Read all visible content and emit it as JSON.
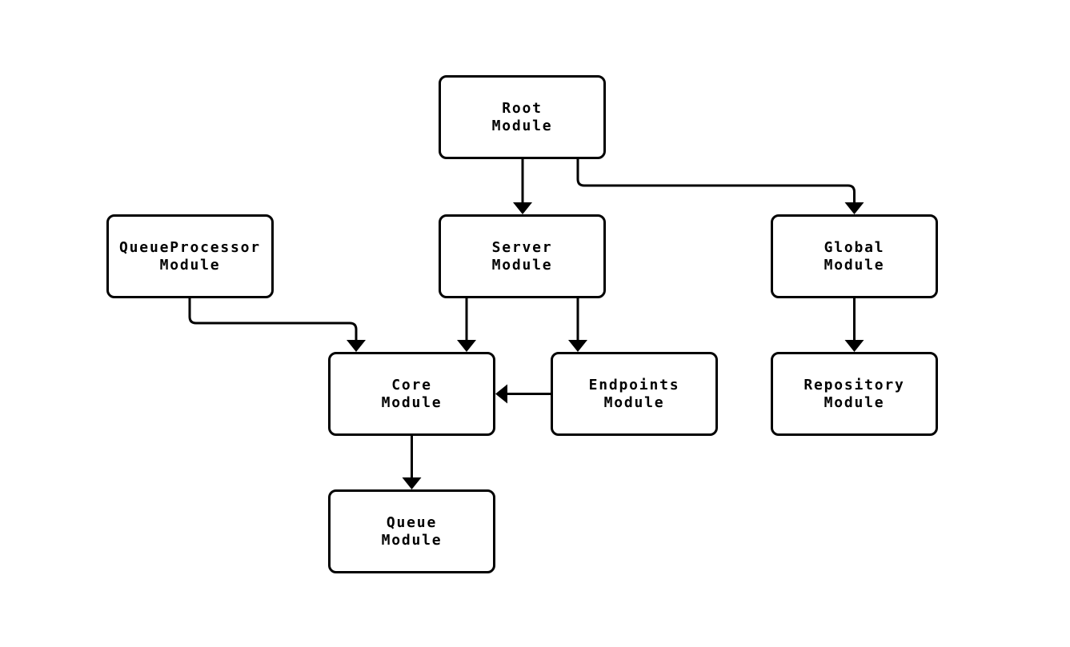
{
  "diagram": {
    "type": "flowchart",
    "background_color": "#ffffff",
    "stroke_color": "#000000",
    "node_fill_color": "#ffffff",
    "nodes": [
      {
        "id": "root",
        "label": "Root\nModule"
      },
      {
        "id": "queueprocessor",
        "label": "QueueProcessor\nModule"
      },
      {
        "id": "server",
        "label": "Server\nModule"
      },
      {
        "id": "global",
        "label": "Global\nModule"
      },
      {
        "id": "core",
        "label": "Core\nModule"
      },
      {
        "id": "endpoints",
        "label": "Endpoints\nModule"
      },
      {
        "id": "repository",
        "label": "Repository\nModule"
      },
      {
        "id": "queue",
        "label": "Queue\nModule"
      }
    ],
    "edges": [
      {
        "from": "Root Module",
        "to": "Server Module"
      },
      {
        "from": "Root Module",
        "to": "Global Module"
      },
      {
        "from": "QueueProcessor Module",
        "to": "Core Module"
      },
      {
        "from": "Server Module",
        "to": "Core Module"
      },
      {
        "from": "Server Module",
        "to": "Endpoints Module"
      },
      {
        "from": "Endpoints Module",
        "to": "Core Module"
      },
      {
        "from": "Global Module",
        "to": "Repository Module"
      },
      {
        "from": "Core Module",
        "to": "Queue Module"
      }
    ]
  }
}
